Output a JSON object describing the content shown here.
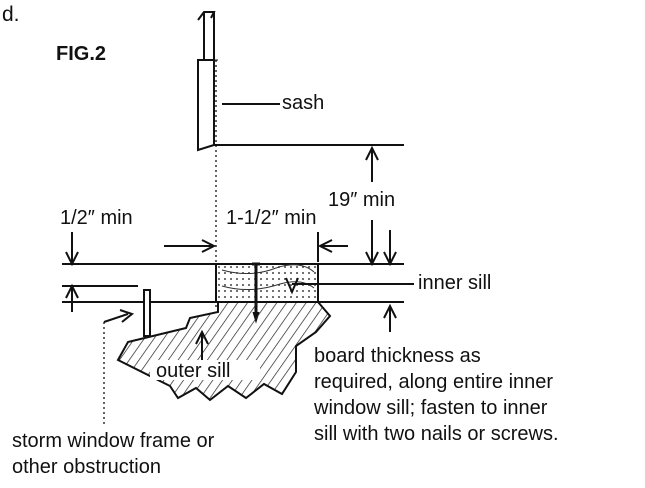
{
  "figure": {
    "corner_letter": "d.",
    "title": "FIG.2",
    "labels": {
      "sash": "sash",
      "min_19": "19″ min",
      "min_half": "1/2″ min",
      "min_one_half": "1-1/2″ min",
      "inner_sill": "inner sill",
      "outer_sill": "outer sill"
    },
    "note_board": [
      "board thickness as",
      "required, along entire inner",
      "window sill; fasten to inner",
      "sill with two nails or screws."
    ],
    "note_storm": [
      "storm window frame or",
      "other obstruction"
    ]
  }
}
